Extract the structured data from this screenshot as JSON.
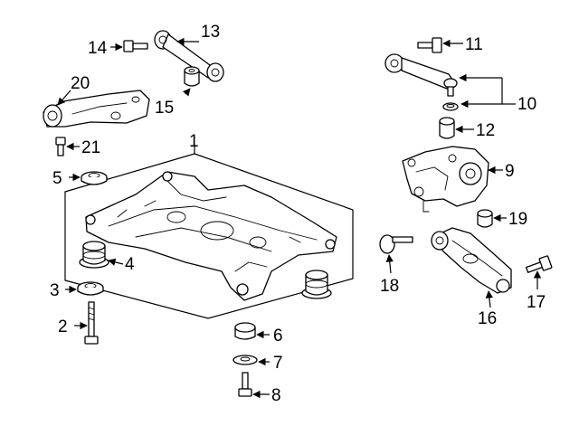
{
  "callouts": {
    "c1": "1",
    "c2": "2",
    "c3": "3",
    "c4": "4",
    "c5": "5",
    "c6": "6",
    "c7": "7",
    "c8": "8",
    "c9": "9",
    "c10": "10",
    "c11": "11",
    "c12": "12",
    "c13": "13",
    "c14": "14",
    "c15": "15",
    "c16": "16",
    "c17": "17",
    "c18": "18",
    "c19": "19",
    "c20": "20",
    "c21": "21"
  },
  "colors": {
    "line": "#000000",
    "background": "#ffffff",
    "shade": "#d9d9d9"
  }
}
